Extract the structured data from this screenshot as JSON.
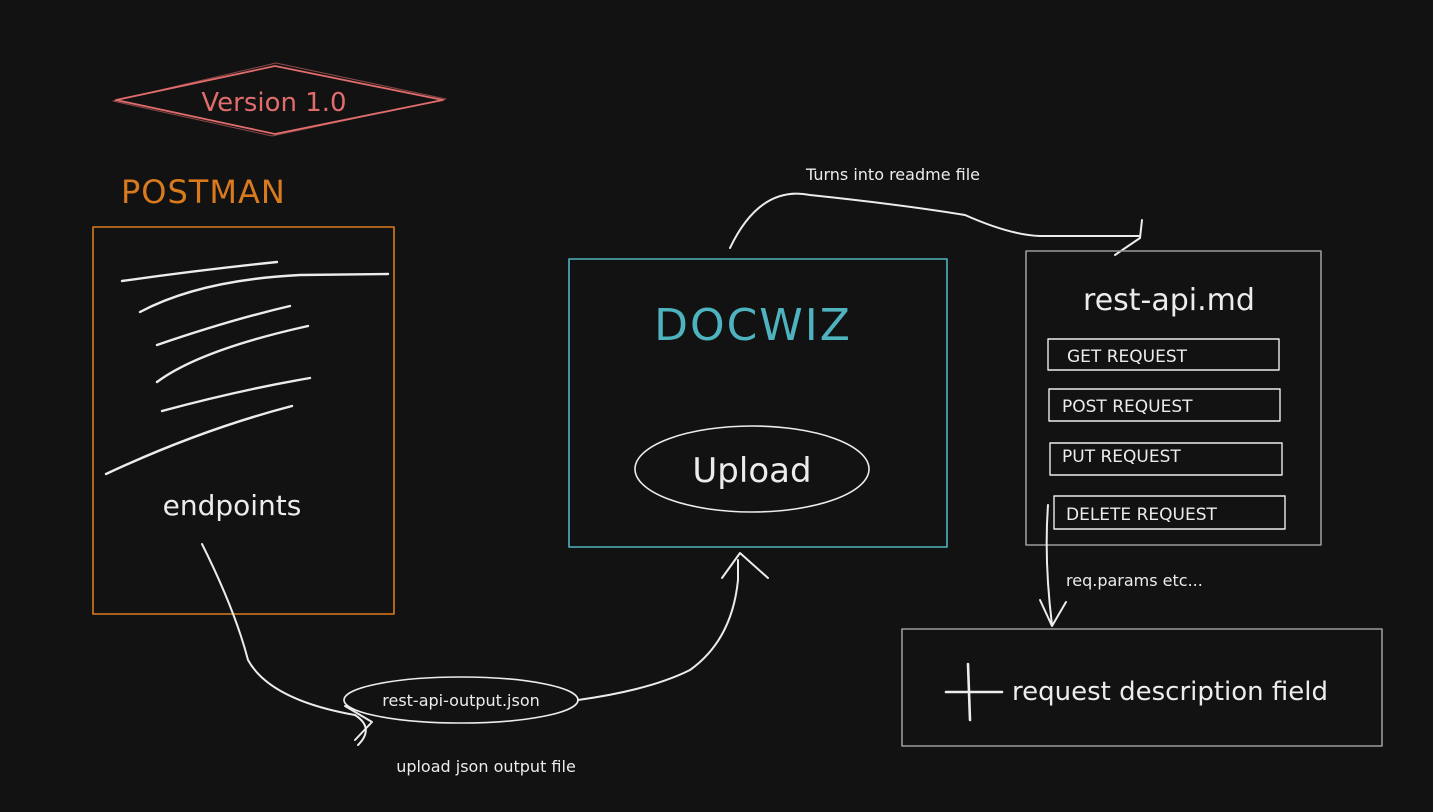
{
  "colors": {
    "background": "#121212",
    "version": "#e06c6c",
    "postman": "#d97a1e",
    "docwiz": "#4fb3bf",
    "ink": "#ececec",
    "box": "#9a9a9a"
  },
  "version_badge": {
    "label": "Version 1.0"
  },
  "postman": {
    "title": "POSTMAN",
    "caption": "endpoints"
  },
  "docwiz": {
    "title": "DOCWIZ",
    "upload_label": "Upload"
  },
  "readme": {
    "title": "rest-api.md",
    "requests": [
      "GET REQUEST",
      "POST REQUEST",
      "PUT REQUEST",
      "DELETE REQUEST"
    ]
  },
  "json_file": {
    "label": "rest-api-output.json",
    "caption": "upload json output file"
  },
  "arrows": {
    "turns_into": "Turns into readme file",
    "req_params": "req.params etc..."
  },
  "description_box": {
    "label": "request description field"
  }
}
